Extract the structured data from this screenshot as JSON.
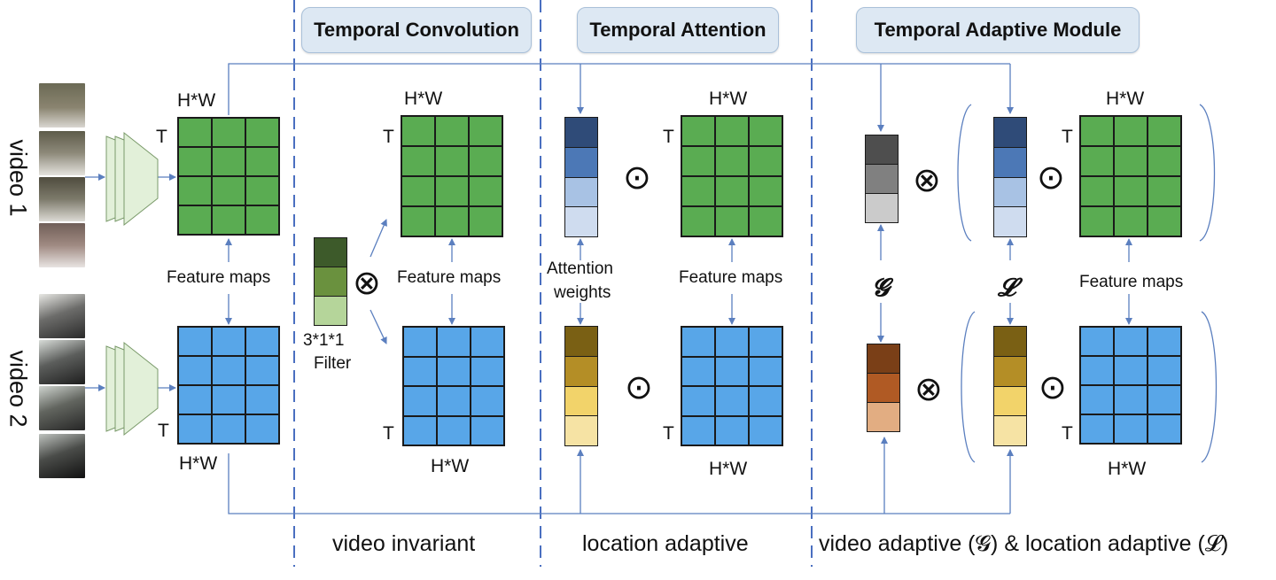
{
  "headers": {
    "conv": "Temporal Convolution",
    "attn": "Temporal Attention",
    "tam": "Temporal Adaptive Module"
  },
  "videos": {
    "v1": "video 1",
    "v2": "video 2"
  },
  "dims": {
    "hw": "H*W",
    "t": "T"
  },
  "labels": {
    "feature_maps": "Feature maps",
    "filter_line1": "3*1*1",
    "filter_line2": "Filter",
    "attn_line1": "Attention",
    "attn_line2": "weights",
    "g_symbol": "𝓖",
    "l_symbol": "𝓛"
  },
  "operators": {
    "conv": "⊗",
    "hadamard": "⊙"
  },
  "footers": {
    "conv": "video invariant",
    "attn": "location adaptive",
    "tam": "video adaptive (𝓖) & location adaptive (𝓛)"
  },
  "colors": {
    "green_cell": "#5aac52",
    "blue_cell": "#58a6e8",
    "filter": [
      "#3d5a2a",
      "#6a913e",
      "#b5d59a"
    ],
    "attn_blue": [
      "#2f4b78",
      "#4c78b6",
      "#a8c2e4",
      "#cfdcef"
    ],
    "attn_yellow": [
      "#7a6014",
      "#b48e26",
      "#f2d36a",
      "#f6e3a4"
    ],
    "gray": [
      "#4e4e4e",
      "#808080",
      "#cbcbcb"
    ],
    "brown": [
      "#7a3f17",
      "#b05a24",
      "#e2ad82"
    ],
    "arrow": "#5b7fbf",
    "divider": "#4a6fc0"
  }
}
